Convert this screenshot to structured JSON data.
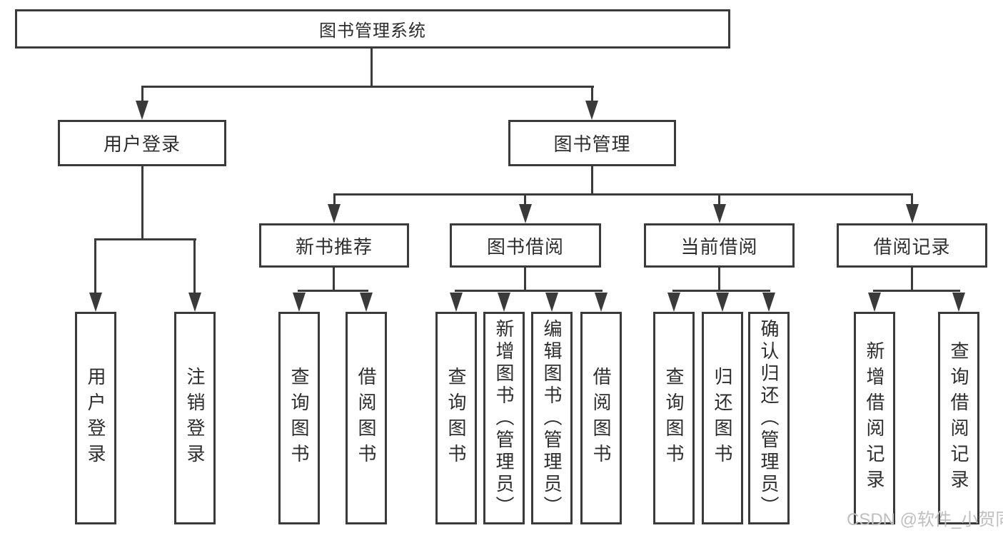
{
  "root": {
    "label": "图书管理系统"
  },
  "branches": [
    {
      "label": "用户登录",
      "children": [
        "用户登录",
        "注销登录"
      ]
    },
    {
      "label": "图书管理",
      "sections": [
        {
          "label": "新书推荐",
          "children": [
            "查询图书",
            "借阅图书"
          ]
        },
        {
          "label": "图书借阅",
          "children": [
            "查询图书",
            "新增图书（管理员）",
            "编辑图书（管理员）",
            "借阅图书"
          ]
        },
        {
          "label": "当前借阅",
          "children": [
            "查询图书",
            "归还图书",
            "确认归还（管理员）"
          ]
        },
        {
          "label": "借阅记录",
          "children": [
            "新增借阅记录",
            "查询借阅记录"
          ]
        }
      ]
    }
  ],
  "watermark": {
    "text": "CSDN @软件_小贺同学"
  },
  "colors": {
    "line": "#3a3a3a",
    "text": "#2d2d2d",
    "watermark": "#bfbfbf",
    "background": "#ffffff"
  }
}
